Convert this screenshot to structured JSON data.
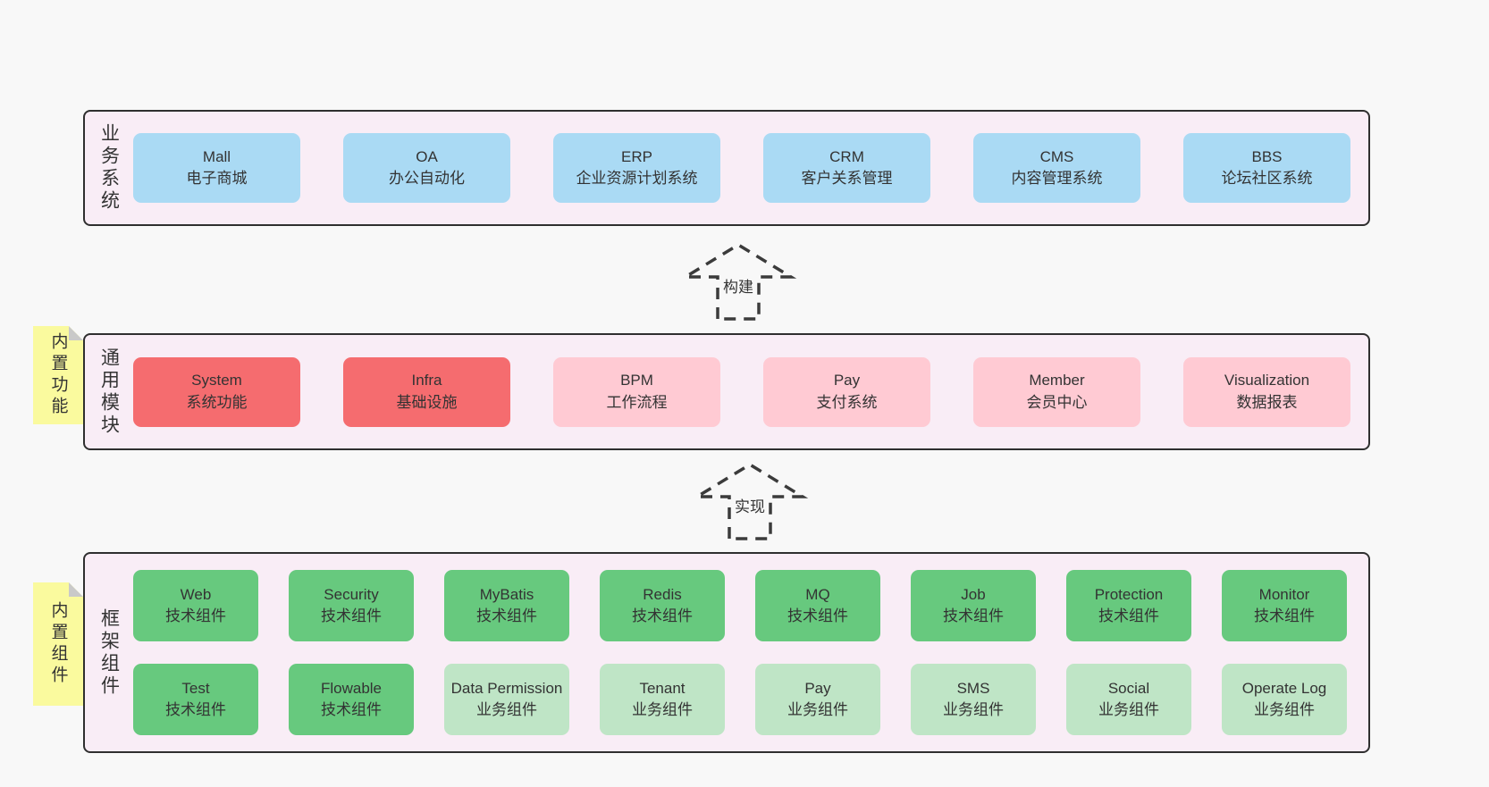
{
  "colors": {
    "page_bg": "#f8f8f8",
    "band_bg": "#f9edf6",
    "band_border": "#2f2f2f",
    "blue_box": "#aadaf4",
    "red_box": "#f56c6f",
    "pink_box": "#ffcad3",
    "green_box": "#67c97e",
    "light_green_box": "#bfe5c6",
    "note_bg": "#fafa9e",
    "note_fold": "#c9c9c9",
    "text": "#333333"
  },
  "arrows": [
    {
      "label": "构建"
    },
    {
      "label": "实现"
    }
  ],
  "notes": [
    {
      "text": "内置功能"
    },
    {
      "text": "内置组件"
    }
  ],
  "bands": [
    {
      "label": "业务系统",
      "rows": [
        [
          {
            "title": "Mall",
            "subtitle": "电子商城"
          },
          {
            "title": "OA",
            "subtitle": "办公自动化"
          },
          {
            "title": "ERP",
            "subtitle": "企业资源计划系统"
          },
          {
            "title": "CRM",
            "subtitle": "客户关系管理"
          },
          {
            "title": "CMS",
            "subtitle": "内容管理系统"
          },
          {
            "title": "BBS",
            "subtitle": "论坛社区系统"
          }
        ]
      ]
    },
    {
      "label": "通用模块",
      "rows": [
        [
          {
            "title": "System",
            "subtitle": "系统功能"
          },
          {
            "title": "Infra",
            "subtitle": "基础设施"
          },
          {
            "title": "BPM",
            "subtitle": "工作流程"
          },
          {
            "title": "Pay",
            "subtitle": "支付系统"
          },
          {
            "title": "Member",
            "subtitle": "会员中心"
          },
          {
            "title": "Visualization",
            "subtitle": "数据报表"
          }
        ]
      ]
    },
    {
      "label": "框架组件",
      "rows": [
        [
          {
            "title": "Web",
            "subtitle": "技术组件"
          },
          {
            "title": "Security",
            "subtitle": "技术组件"
          },
          {
            "title": "MyBatis",
            "subtitle": "技术组件"
          },
          {
            "title": "Redis",
            "subtitle": "技术组件"
          },
          {
            "title": "MQ",
            "subtitle": "技术组件"
          },
          {
            "title": "Job",
            "subtitle": "技术组件"
          },
          {
            "title": "Protection",
            "subtitle": "技术组件"
          },
          {
            "title": "Monitor",
            "subtitle": "技术组件"
          }
        ],
        [
          {
            "title": "Test",
            "subtitle": "技术组件"
          },
          {
            "title": "Flowable",
            "subtitle": "技术组件"
          },
          {
            "title": "Data Permission",
            "subtitle": "业务组件"
          },
          {
            "title": "Tenant",
            "subtitle": "业务组件"
          },
          {
            "title": "Pay",
            "subtitle": "业务组件"
          },
          {
            "title": "SMS",
            "subtitle": "业务组件"
          },
          {
            "title": "Social",
            "subtitle": "业务组件"
          },
          {
            "title": "Operate Log",
            "subtitle": "业务组件"
          }
        ]
      ]
    }
  ]
}
